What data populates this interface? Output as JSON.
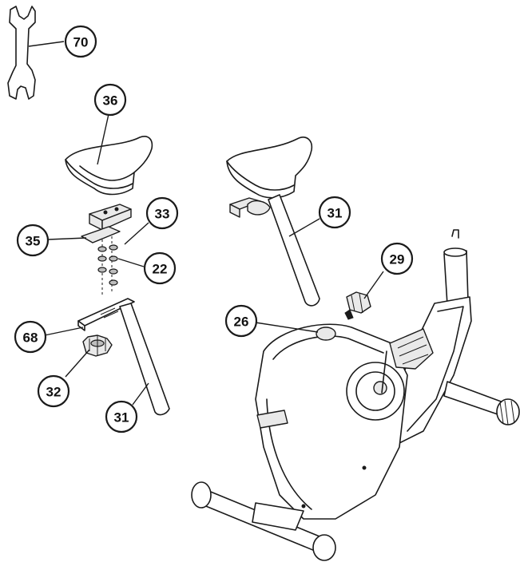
{
  "callouts": [
    {
      "id": "wrench",
      "label": "70"
    },
    {
      "id": "saddle",
      "label": "36"
    },
    {
      "id": "bolt",
      "label": "33"
    },
    {
      "id": "bracket",
      "label": "35"
    },
    {
      "id": "washer",
      "label": "22"
    },
    {
      "id": "clamp-washer",
      "label": "68"
    },
    {
      "id": "knob",
      "label": "32"
    },
    {
      "id": "seat-post",
      "label": "31"
    },
    {
      "id": "seat-post-assembled",
      "label": "31"
    },
    {
      "id": "adjust-knob",
      "label": "29"
    },
    {
      "id": "cap",
      "label": "26"
    }
  ]
}
